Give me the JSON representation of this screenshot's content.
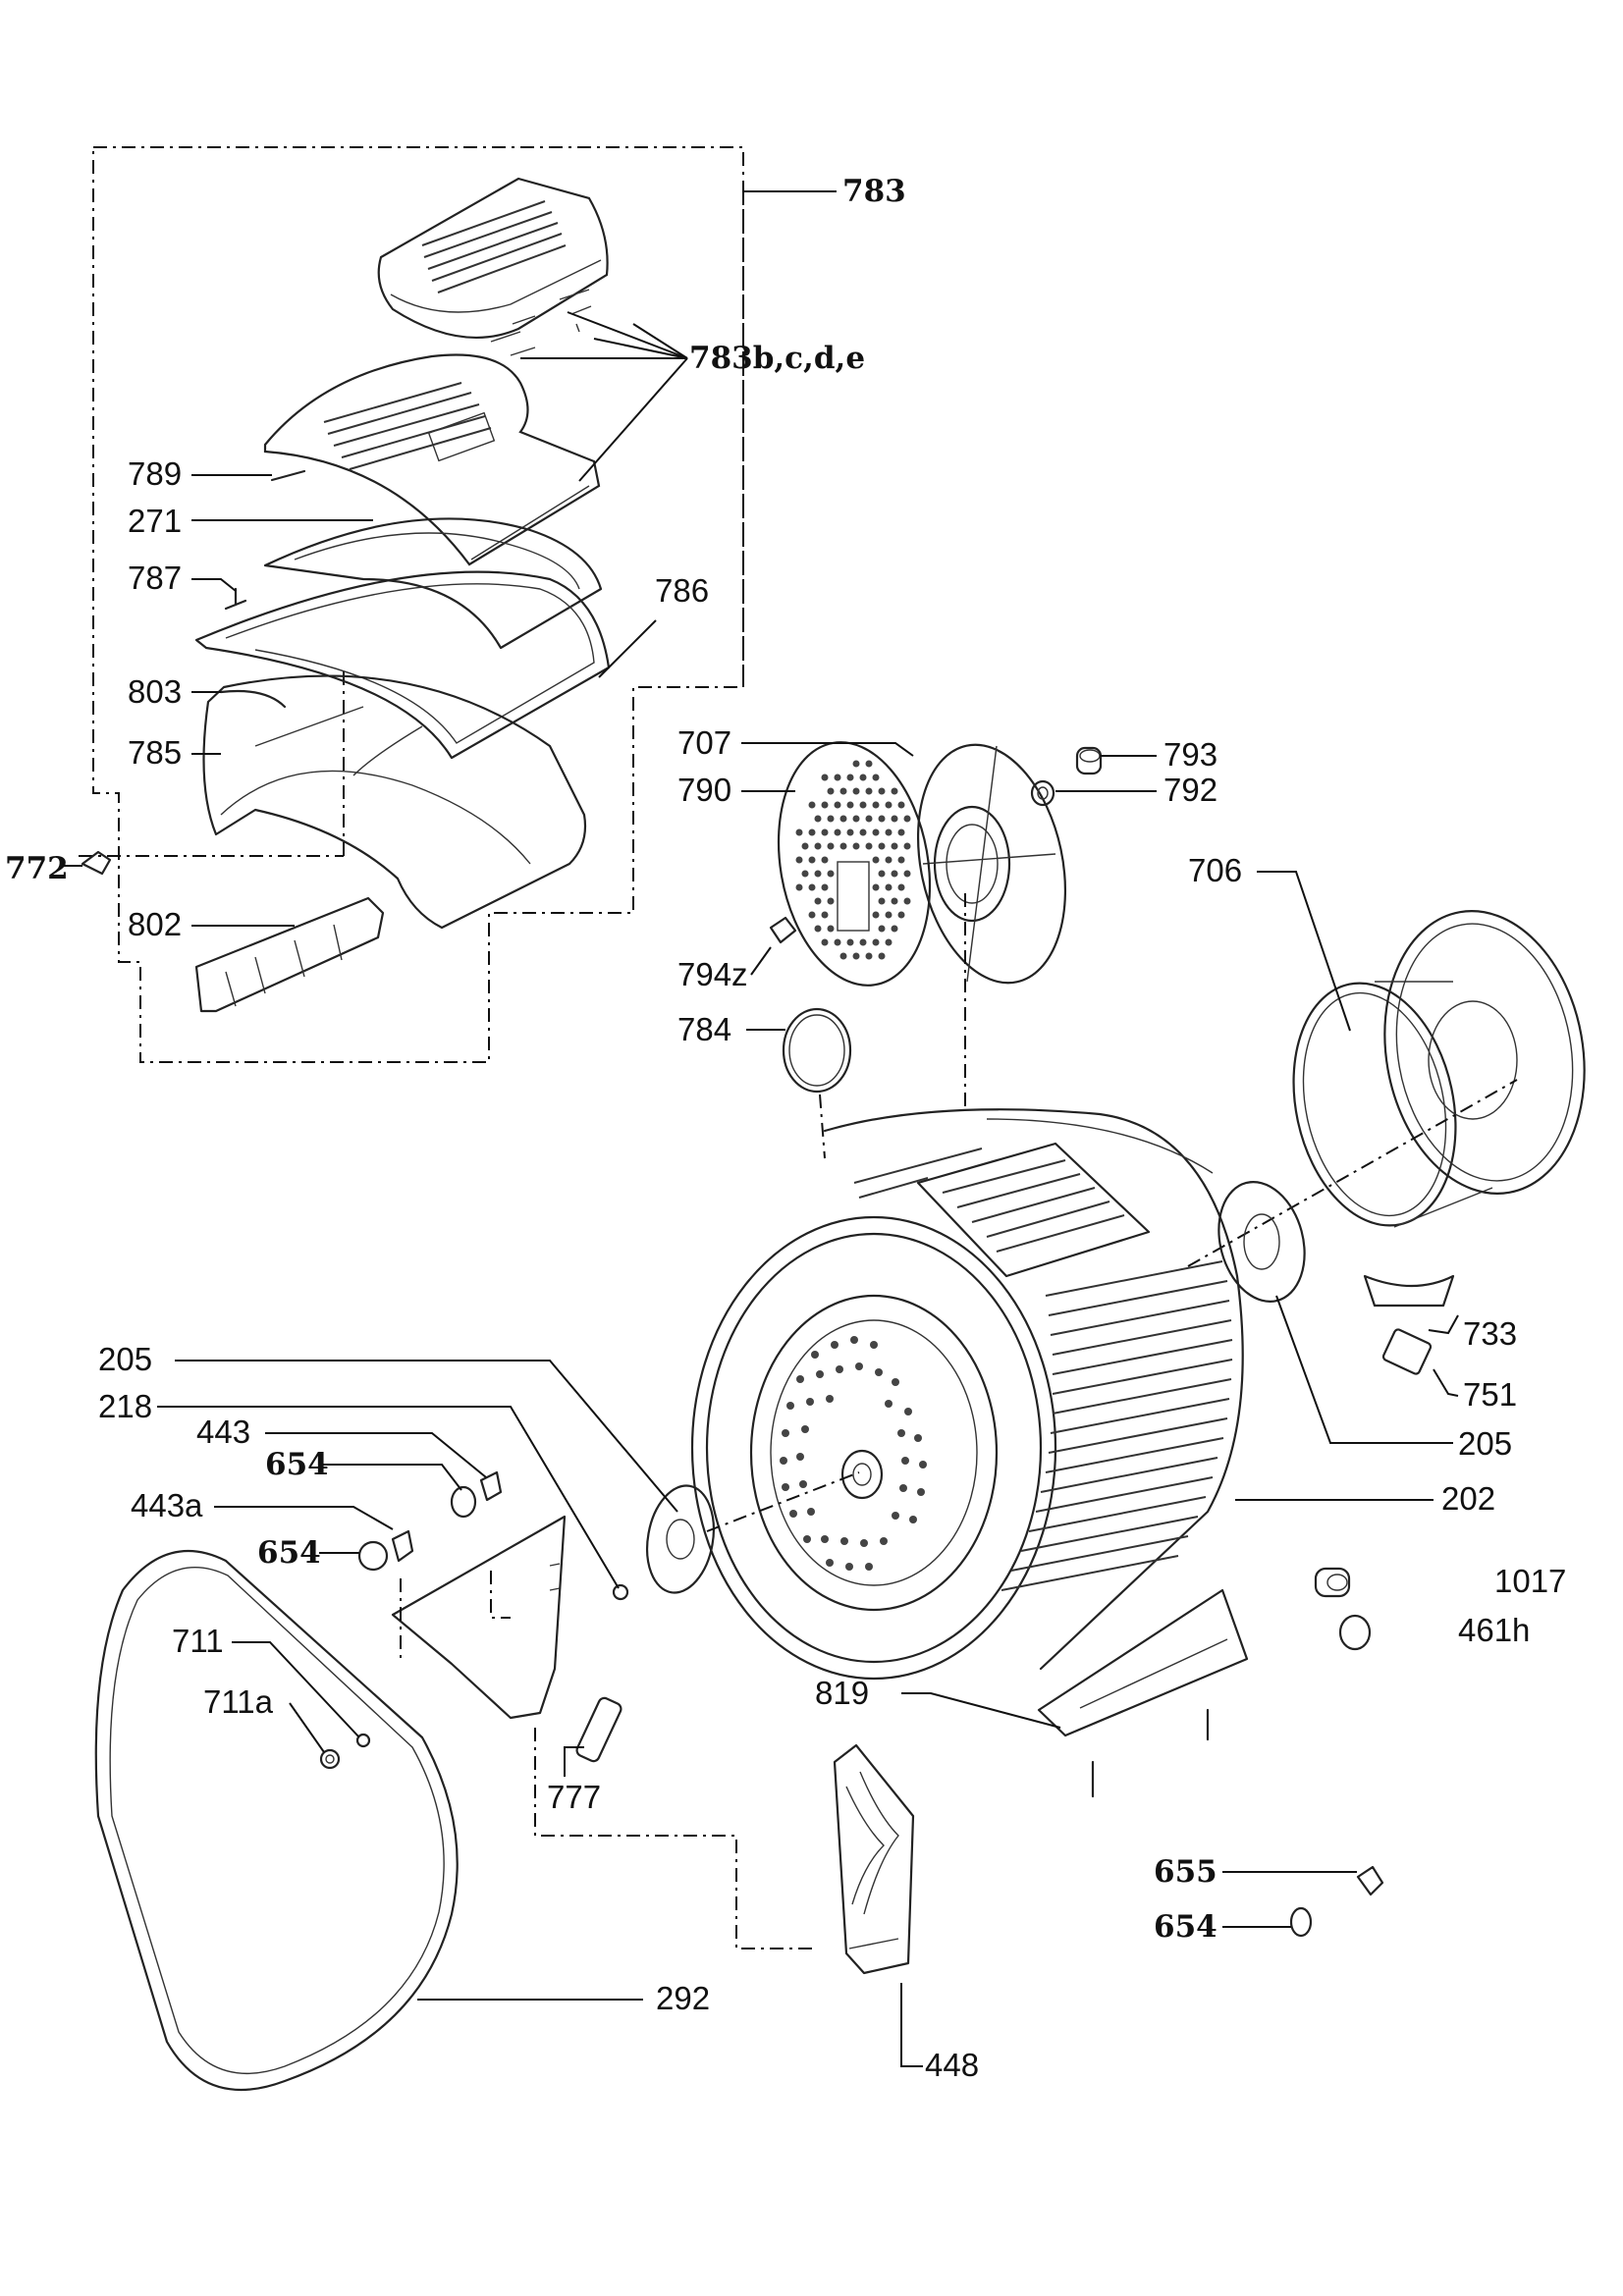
{
  "callouts": {
    "p783": "783",
    "p783b": "783b,c,d,e",
    "p789": "789",
    "p271": "271",
    "p787": "787",
    "p786": "786",
    "p803": "803",
    "p785": "785",
    "p772": "772",
    "p802": "802",
    "p707": "707",
    "p790": "790",
    "p793": "793",
    "p792": "792",
    "p706": "706",
    "p794z": "794z",
    "p784": "784",
    "p733": "733",
    "p751": "751",
    "p205a": "205",
    "p218": "218",
    "p443": "443",
    "p654a": "654",
    "p443a": "443a",
    "p654b": "654",
    "p205b": "205",
    "p202": "202",
    "p1017": "1017",
    "p461h": "461h",
    "p711": "711",
    "p711a": "711a",
    "p819": "819",
    "p777": "777",
    "p655": "655",
    "p654c": "654",
    "p292": "292",
    "p448": "448"
  }
}
